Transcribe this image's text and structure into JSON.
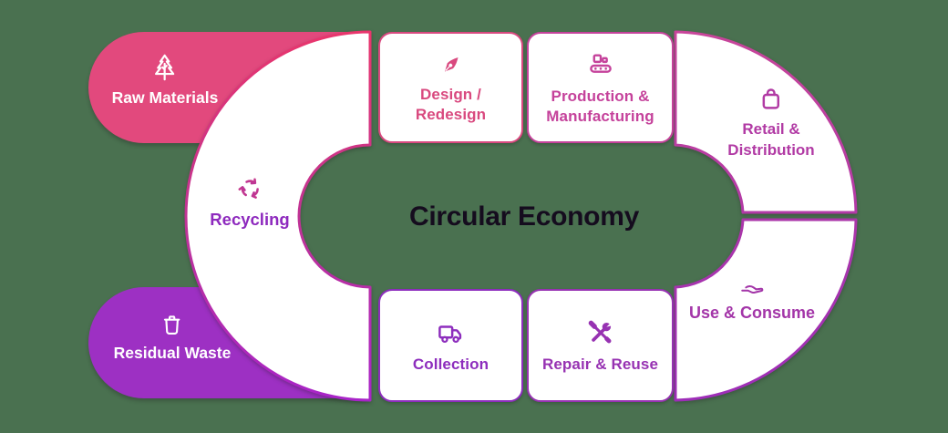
{
  "title": "Circular Economy",
  "nodes": {
    "raw_materials": {
      "label": "Raw Materials",
      "icon": "tree-icon",
      "fill": "#e2497d"
    },
    "design_redesign": {
      "line1": "Design /",
      "line2": "Redesign",
      "icon": "pen-nib-icon",
      "color": "#d9497f"
    },
    "production_manufacturing": {
      "line1": "Production &",
      "line2": "Manufacturing",
      "icon": "conveyor-belt-icon",
      "color": "#c5429b"
    },
    "retail_distribution": {
      "line1": "Retail &",
      "line2": "Distribution",
      "icon": "shopping-bag-icon",
      "color": "#b13aa4"
    },
    "use_consume": {
      "label": "Use & Consume",
      "icon": "hand-holding-icon",
      "color": "#a335a8"
    },
    "repair_reuse": {
      "label": "Repair & Reuse",
      "icon": "tools-icon",
      "color": "#9732b2"
    },
    "collection": {
      "label": "Collection",
      "icon": "truck-icon",
      "color": "#8d2dbd"
    },
    "recycling": {
      "label": "Recycling",
      "icon": "recycle-icon",
      "color": "#8e2abe"
    },
    "residual_waste": {
      "label": "Residual Waste",
      "icon": "trash-icon",
      "fill": "#9d30c3"
    }
  },
  "colors": {
    "background": "#4a7150",
    "ring_gradient_top": "#e9356c",
    "ring_gradient_bottom": "#a824c8",
    "card_background": "#ffffff",
    "title": "#150c1e"
  }
}
